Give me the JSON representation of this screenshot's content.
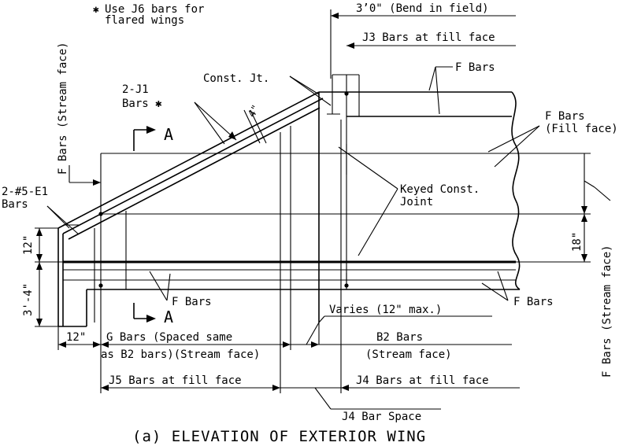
{
  "note": {
    "symbol": "✱",
    "line1": "Use J6 bars for",
    "line2": "flared wings"
  },
  "labels": {
    "bend_in_field": "3’0\" (Bend in field)",
    "j3_bars": "J3 Bars at fill face",
    "const_jt": "Const. Jt.",
    "two_j1": "2-J1",
    "bars_star": "Bars ✱",
    "four_inch": "4\"",
    "f_bars_top": "F Bars",
    "f_bars_fill_1": "F Bars",
    "f_bars_fill_2": "(Fill face)",
    "f_bars_stream_left": "F Bars (Stream face)",
    "two_e1_1": "2-#5-E1",
    "two_e1_2": "Bars",
    "section_a": "A",
    "keyed_1": "Keyed Const.",
    "keyed_2": "Joint",
    "dim_12": "12\"",
    "dim_3_4": "3'-4\"",
    "dim_18": "18\"",
    "f_bars_bottom_left": "F Bars",
    "f_bars_bottom_right": "F Bars",
    "varies": "Varies (12\" max.)",
    "dim_12_bottom": "12\"",
    "g_bars_1": "G Bars (Spaced same",
    "g_bars_2": "as B2 bars)(Stream face)",
    "b2_bars_1": "B2 Bars",
    "b2_bars_2": "(Stream face)",
    "j5_bars": "J5 Bars at fill face",
    "j4_bars": "J4 Bars at fill face",
    "j4_space": "J4 Bar Space",
    "f_bars_stream_right": "F Bars (Stream face)"
  },
  "title": "(a) ELEVATION OF EXTERIOR WING"
}
